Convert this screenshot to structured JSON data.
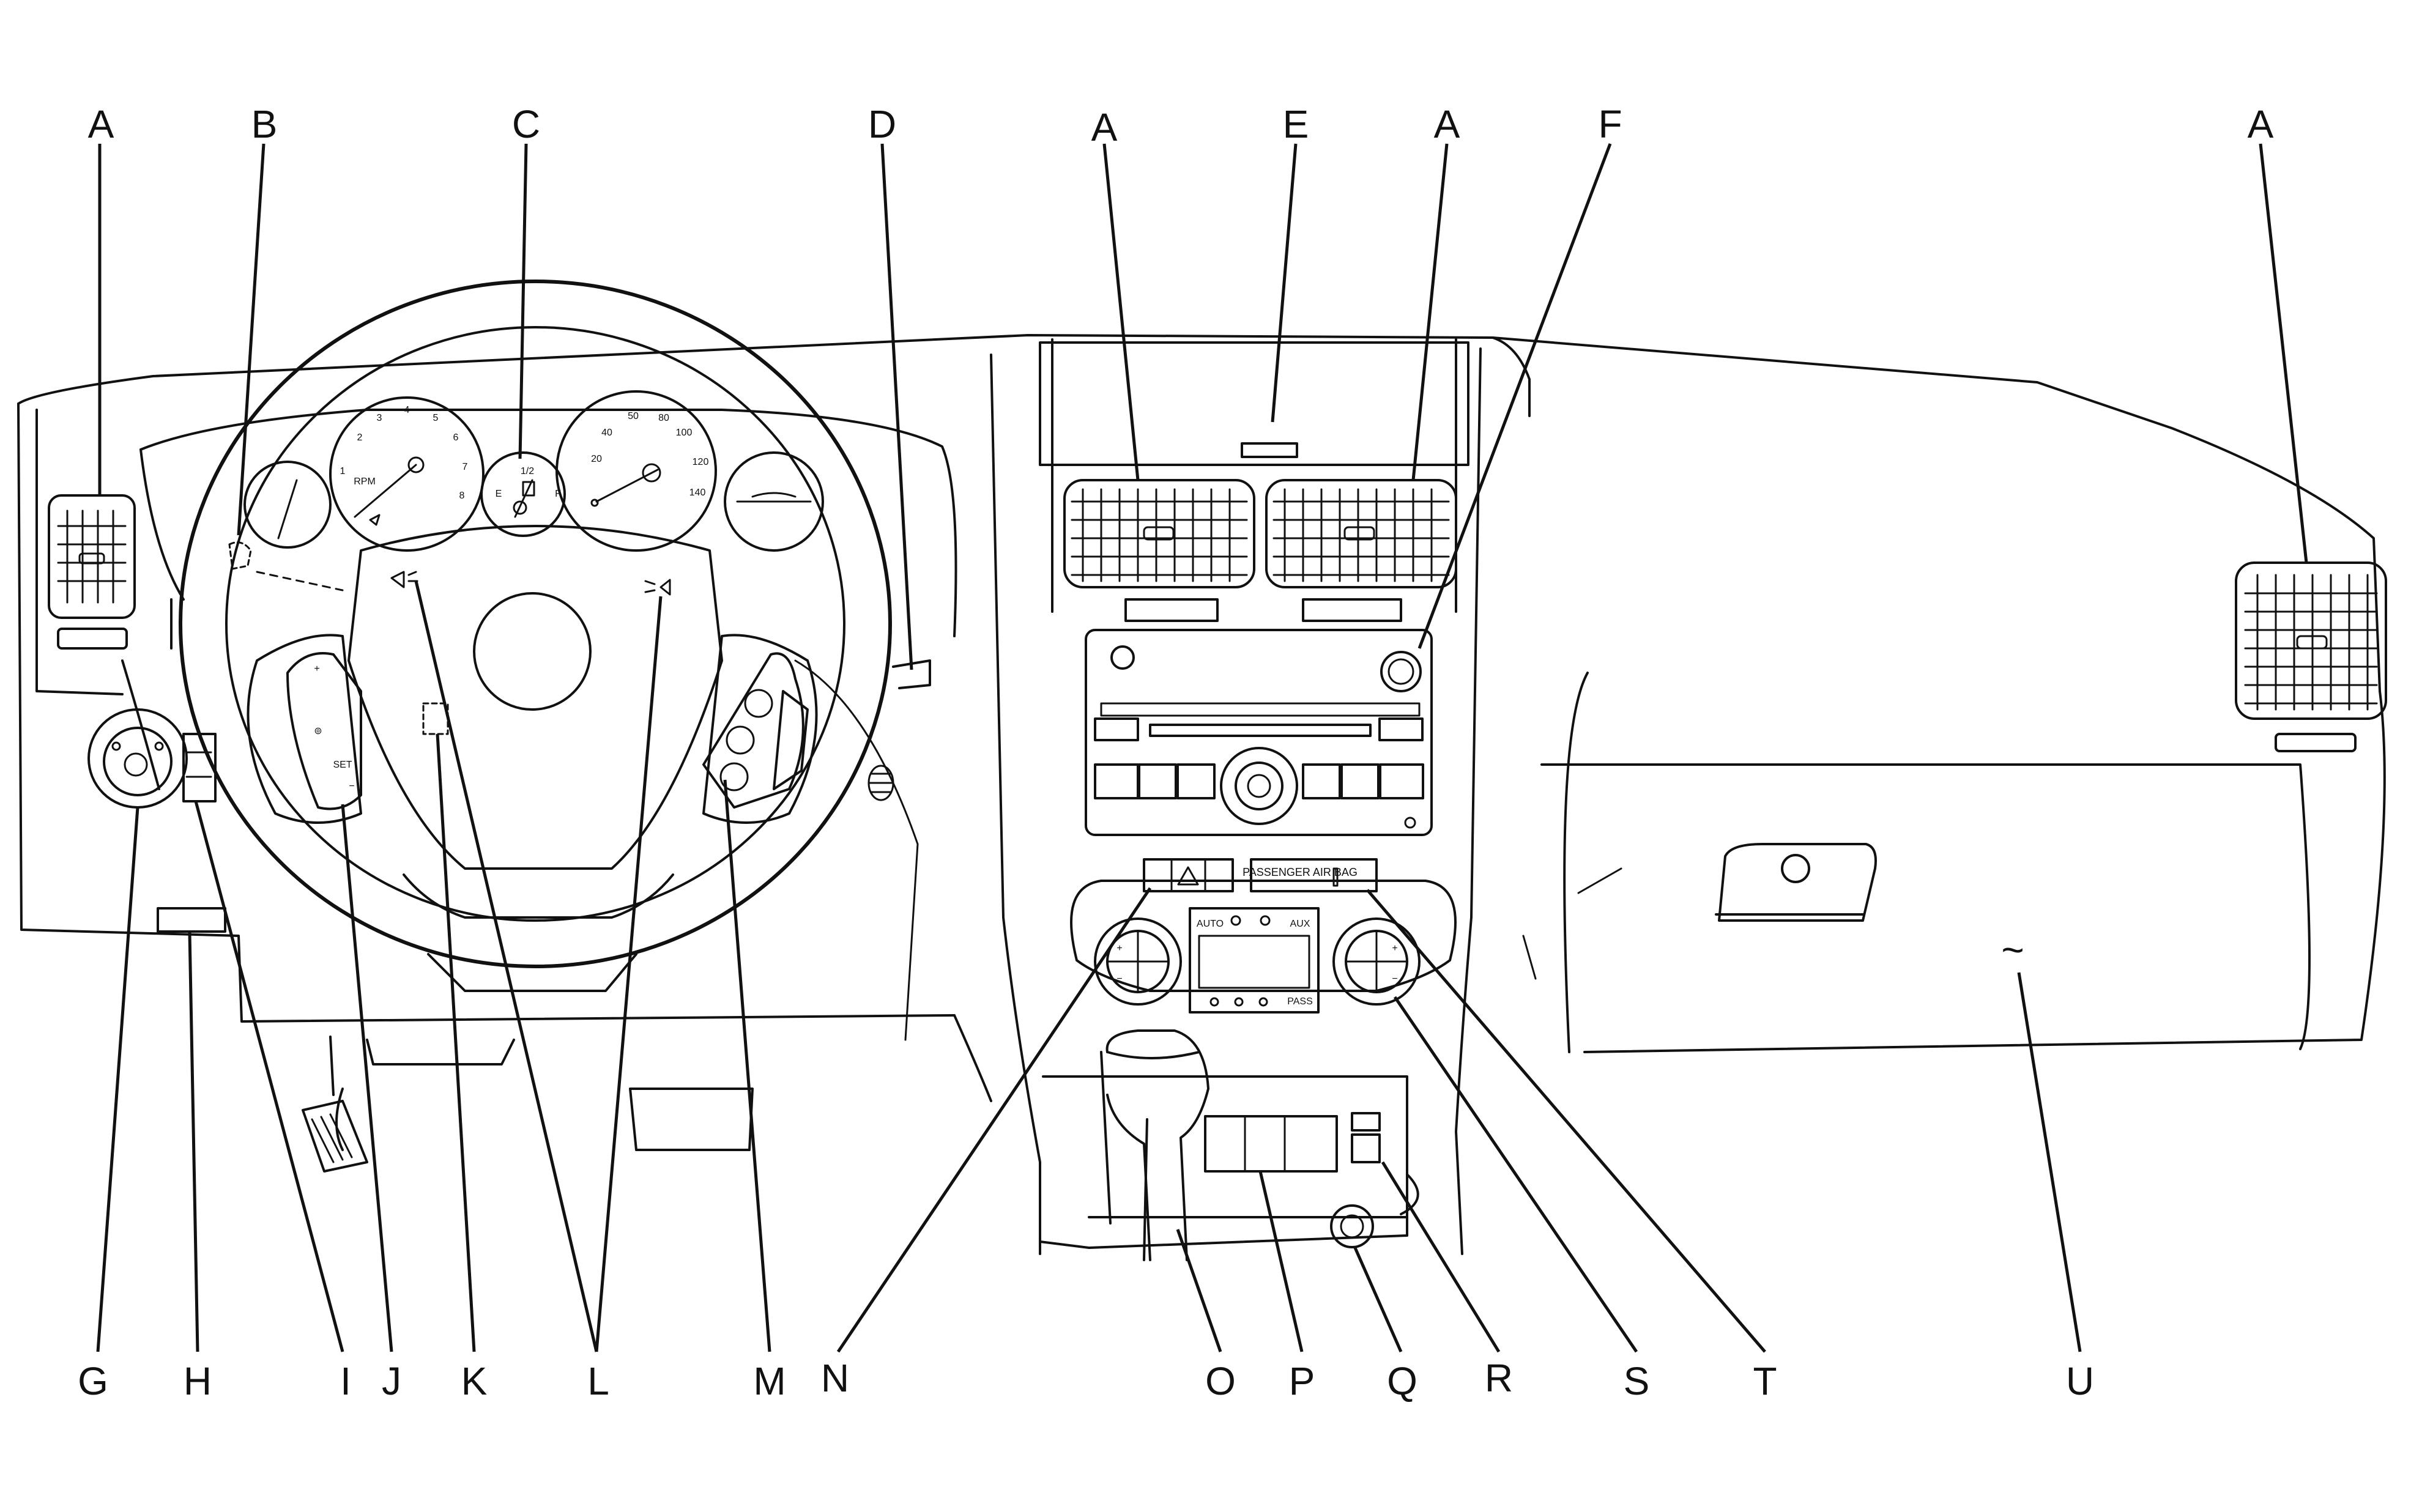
{
  "callouts": {
    "A": "A",
    "B": "B",
    "C": "C",
    "D": "D",
    "E": "E",
    "F": "F",
    "G": "G",
    "H": "H",
    "I": "I",
    "J": "J",
    "K": "K",
    "L": "L",
    "M": "M",
    "N": "N",
    "O": "O",
    "P": "P",
    "Q": "Q",
    "R": "R",
    "S": "S",
    "T": "T",
    "U": "U"
  },
  "tachometer": {
    "unit": "RPM",
    "ticks": [
      "1",
      "2",
      "3",
      "4",
      "5",
      "6",
      "7",
      "8"
    ]
  },
  "fuel_gauge": {
    "empty": "E",
    "half": "1/2",
    "full": "F"
  },
  "speedometer": {
    "ticks": [
      "20",
      "40",
      "50",
      "80",
      "100",
      "120",
      "140"
    ]
  },
  "glovebox_symbol": "~",
  "passenger_airbag_label": "PASSENGER AIR BAG",
  "climate_display": {
    "top_buttons": [
      "AUTO",
      "AUX"
    ],
    "bottom_button": "PASS"
  }
}
